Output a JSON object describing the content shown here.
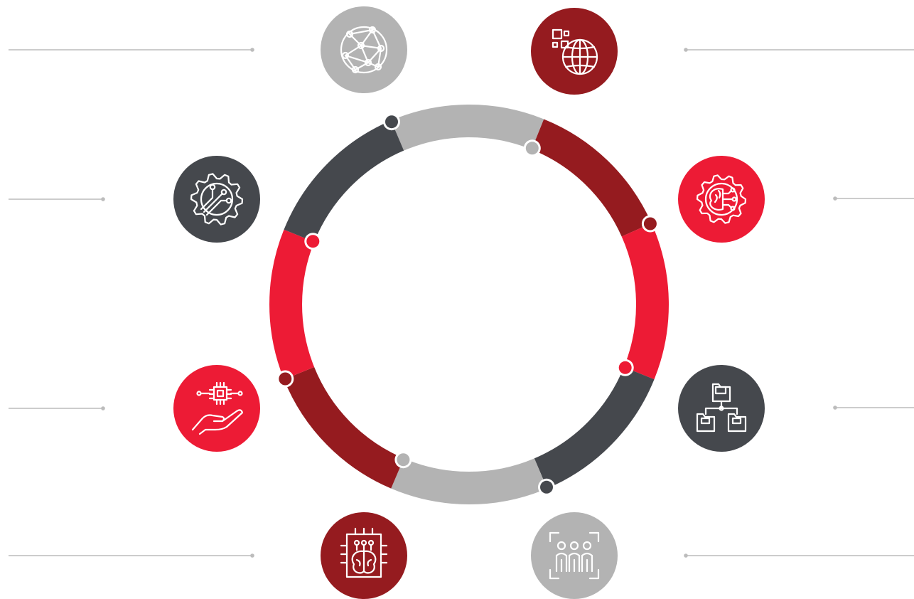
{
  "colors": {
    "gray": "#b3b3b3",
    "dark_red": "#951b1f",
    "red": "#ed1b35",
    "charcoal": "#45484d",
    "connector_line": "#bcbcbc",
    "background": "#ffffff"
  },
  "ring": {
    "segments": [
      {
        "name": "segment-top",
        "color": "#b3b3b3"
      },
      {
        "name": "segment-upper-right",
        "color": "#951b1f"
      },
      {
        "name": "segment-right",
        "color": "#ed1b35"
      },
      {
        "name": "segment-lower-right",
        "color": "#45484d"
      },
      {
        "name": "segment-bottom",
        "color": "#b3b3b3"
      },
      {
        "name": "segment-lower-left",
        "color": "#951b1f"
      },
      {
        "name": "segment-left",
        "color": "#ed1b35"
      },
      {
        "name": "segment-upper-left",
        "color": "#45484d"
      }
    ]
  },
  "nodes": [
    {
      "icon": "global-network-icon",
      "color": "#b3b3b3"
    },
    {
      "icon": "digital-globe-icon",
      "color": "#951b1f"
    },
    {
      "icon": "brain-gear-icon",
      "color": "#ed1b35"
    },
    {
      "icon": "folder-hierarchy-icon",
      "color": "#45484d"
    },
    {
      "icon": "team-people-icon",
      "color": "#b3b3b3"
    },
    {
      "icon": "ai-brain-chip-icon",
      "color": "#951b1f"
    },
    {
      "icon": "chip-in-hand-icon",
      "color": "#ed1b35"
    },
    {
      "icon": "circuit-gear-icon",
      "color": "#45484d"
    }
  ]
}
